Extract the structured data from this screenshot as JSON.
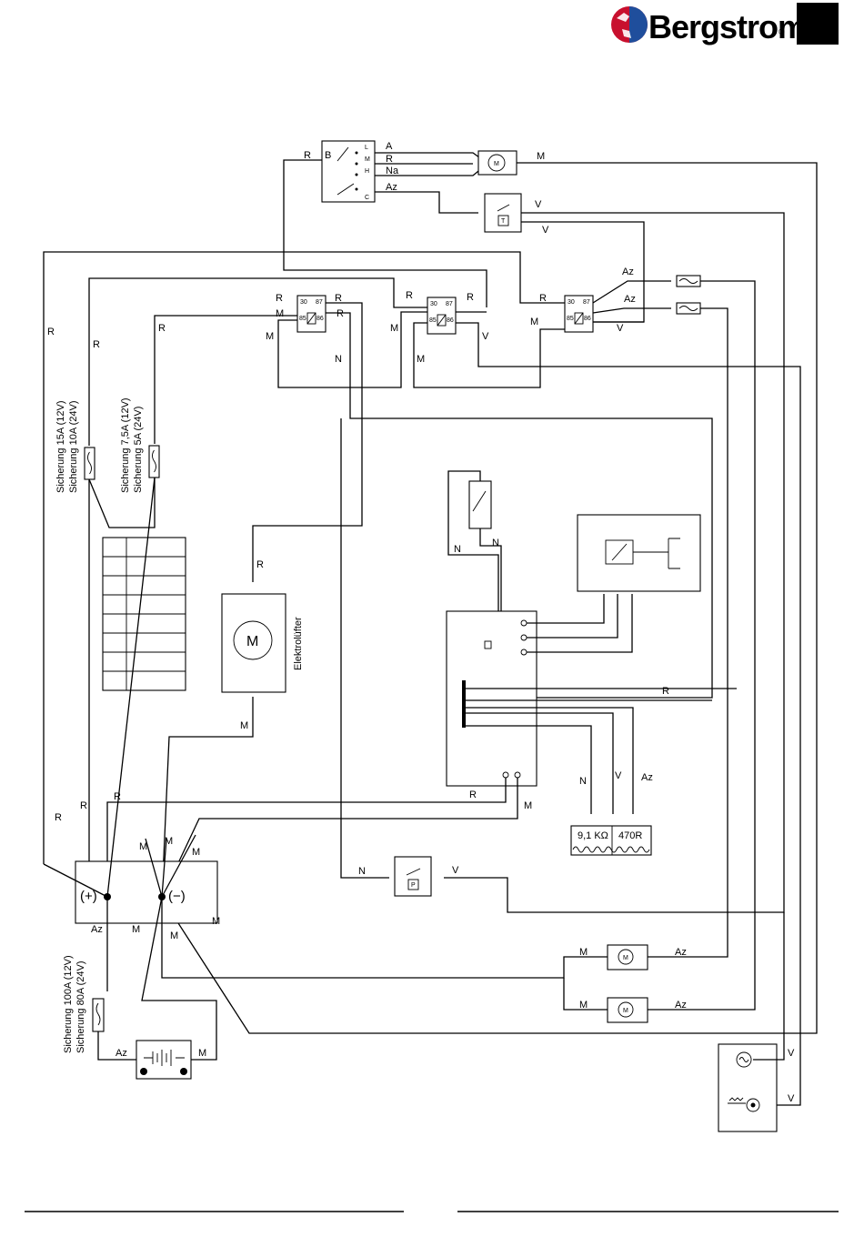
{
  "header": {
    "brand": "Bergstrom",
    "registered": "®"
  },
  "wire_colors": {
    "R": "R",
    "M": "M",
    "N": "N",
    "V": "V",
    "A": "A",
    "Az": "Az",
    "Na": "Na"
  },
  "switch": {
    "terminals": [
      "L",
      "M",
      "H",
      "C"
    ],
    "input": "B"
  },
  "relay_pins": {
    "p30": "30",
    "p87": "87",
    "p85": "85",
    "p86": "86"
  },
  "components": {
    "motor": "M",
    "thermostat": "T",
    "pressure_switch": "P",
    "condenser_fan_label": "Elektrolüfter",
    "resistor_left": "9,1 KΩ",
    "resistor_right": "470R",
    "bus_plus": "(+)",
    "bus_minus": "(−)"
  },
  "fuses": {
    "f1_line1": "Sicherung 15A (12V)",
    "f1_line2": "Sicherung 10A (24V)",
    "f2_line1": "Sicherung 7,5A (12V)",
    "f2_line2": "Sicherung 5A (24V)",
    "f3_line1": "Sicherung 100A (12V)",
    "f3_line2": "Sicherung 80A (24V)"
  }
}
